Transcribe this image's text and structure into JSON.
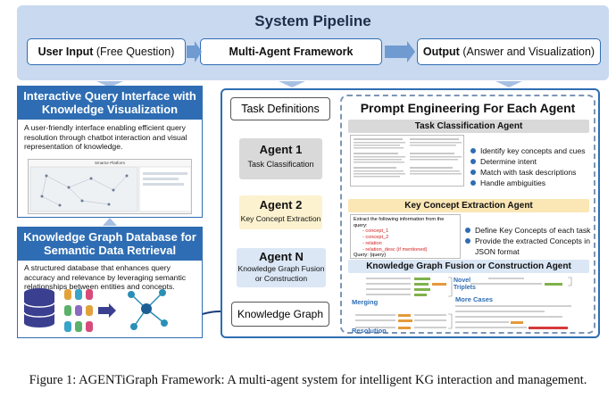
{
  "pipeline": {
    "title": "System Pipeline",
    "input_bold": "User Input",
    "input_rest": " (Free Question)",
    "framework": "Multi-Agent Framework",
    "output_bold": "Output",
    "output_rest": " (Answer and Visualization)"
  },
  "interface": {
    "title": "Interactive Query Interface with Knowledge Visualization",
    "description": "A user-friendly interface enabling efficient query resolution through chatbot interaction and visual representation of knowledge.",
    "screenshot_title": "Smartor Platform"
  },
  "kgdb": {
    "title": "Knowledge Graph Database for Semantic Data Retrieval",
    "description": "A structured database that enhances query accuracy and relevance by leveraging semantic relationships between entities and concepts."
  },
  "agents": {
    "task_definitions": "Task Definitions",
    "agent1_title": "Agent 1",
    "agent1_sub": "Task Classification",
    "agent2_title": "Agent 2",
    "agent2_sub": "Key Concept Extraction",
    "agentN_title": "Agent N",
    "agentN_sub": "Knowledge Graph Fusion or Construction",
    "knowledge_graph": "Knowledge Graph"
  },
  "prompt": {
    "title": "Prompt Engineering For Each Agent",
    "task_class_head": "Task Classification Agent",
    "task_class_bullets": [
      "Identify key concepts and cues",
      "Determine intent",
      "Match with task descriptions",
      "Handle ambiguities"
    ],
    "key_concept_head": "Key Concept Extraction Agent",
    "extract_intro": "Extract the following information from the query:",
    "extract_items": [
      "- concept_1",
      "- concept_2",
      "- relation",
      "- relation_desc (if mentioned)"
    ],
    "extract_query": "Query: {query}",
    "key_concept_bullets": [
      "Define Key Concepts of each task",
      "Provide the extracted Concepts in JSON format"
    ],
    "fusion_head": "Knowledge Graph Fusion or Construction Agent",
    "novel_triplets": "Novel Triplets",
    "merging": "Merging",
    "more_cases": "More Cases",
    "resolution": "Resolution"
  },
  "caption": "Figure 1: AGENTiGraph Framework: A multi-agent system for intelligent KG interaction and management.",
  "colors": {
    "accent": "#2e6db3",
    "pipeline_bg": "#c9d9ef",
    "agent1_bg": "#d9d9d9",
    "agent2_bg": "#fdf2d0",
    "agentN_bg": "#dbe7f5",
    "task_head_bg": "#d9d9d9",
    "key_head_bg": "#fbe6b5",
    "fusion_head_bg": "#dbe7f5",
    "extract_red": "#d01f1f"
  }
}
